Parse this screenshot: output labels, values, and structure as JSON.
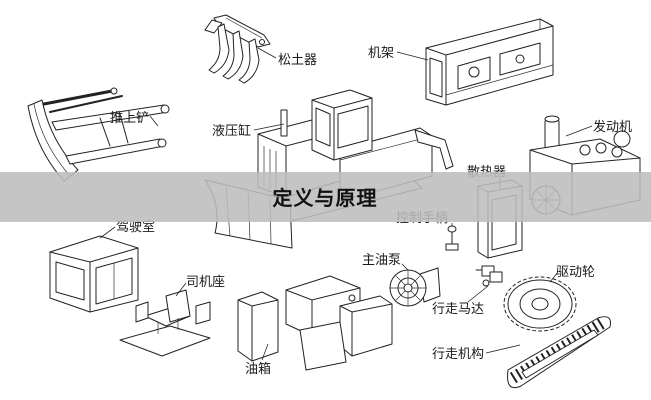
{
  "banner": {
    "title": "定义与原理"
  },
  "labels": {
    "ripper": "松土器",
    "frame": "机架",
    "blade": "推上铲",
    "hydraulic_cylinder": "液压缸",
    "engine": "发动机",
    "radiator": "散热器",
    "control_handle": "控制手柄",
    "cab": "驾驶室",
    "main_pump": "主油泵",
    "driver_seat": "司机座",
    "drive_wheel": "驱动轮",
    "travel_motor": "行走马达",
    "fuel_tank": "油箱",
    "undercarriage": "行走机构"
  },
  "colors": {
    "line": "#222222",
    "background": "#ffffff",
    "banner": "#bdbdbd",
    "title": "#111111"
  }
}
